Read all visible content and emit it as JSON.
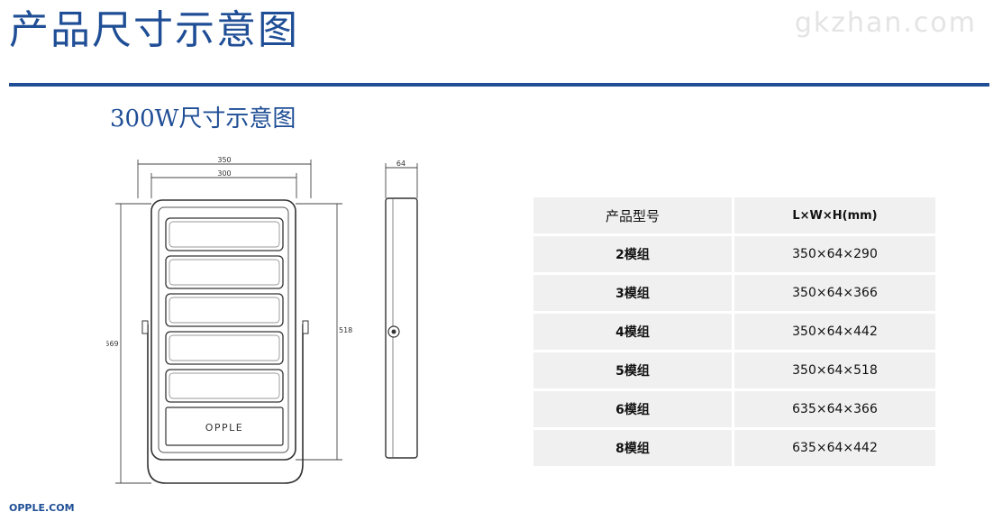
{
  "page": {
    "title": "产品尺寸示意图",
    "watermark": "gkzhan.com",
    "subtitle": "300W尺寸示意图",
    "footer_brand": "OPPLE.COM"
  },
  "drawing": {
    "dim_width_outer": "350",
    "dim_width_inner": "300",
    "dim_height_total": "569",
    "dim_height_body": "518",
    "dim_depth": "64",
    "logo_text": "OPPLE"
  },
  "table": {
    "headers": [
      "产品型号",
      "L×W×H(mm)"
    ],
    "rows": [
      {
        "model": "2模组",
        "dims": "350×64×290"
      },
      {
        "model": "3模组",
        "dims": "350×64×366"
      },
      {
        "model": "4模组",
        "dims": "350×64×442"
      },
      {
        "model": "5模组",
        "dims": "350×64×518"
      },
      {
        "model": "6模组",
        "dims": "635×64×366"
      },
      {
        "model": "8模组",
        "dims": "635×64×442"
      }
    ]
  },
  "colors": {
    "brand_blue": "#1f4e96",
    "table_cell_bg": "#f0f0f0"
  }
}
